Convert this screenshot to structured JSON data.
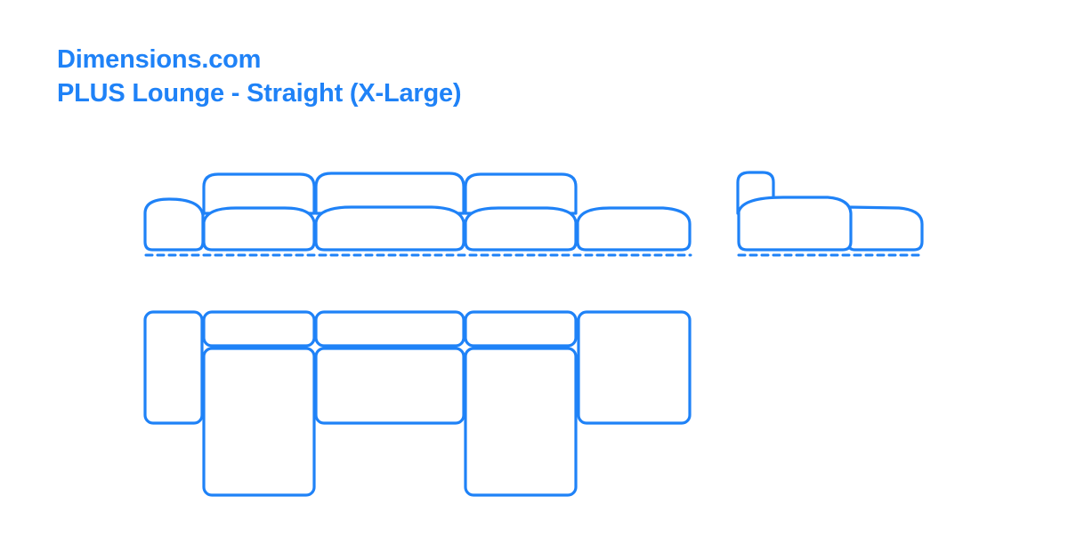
{
  "header": {
    "site": "Dimensions.com",
    "title": "PLUS Lounge - Straight (X-Large)"
  },
  "colors": {
    "accent": "#1f82f7",
    "background": "#ffffff"
  },
  "views": [
    {
      "name": "front-elevation",
      "description": "Front view of straight lounge: left armrest, three back-cushioned seat modules, right open module"
    },
    {
      "name": "side-elevation",
      "description": "Side view showing backrest, seat and chaise extension"
    },
    {
      "name": "plan-view",
      "description": "Top view: left arm, three backrests over seats, two chaise-depth seats, right end module"
    }
  ]
}
